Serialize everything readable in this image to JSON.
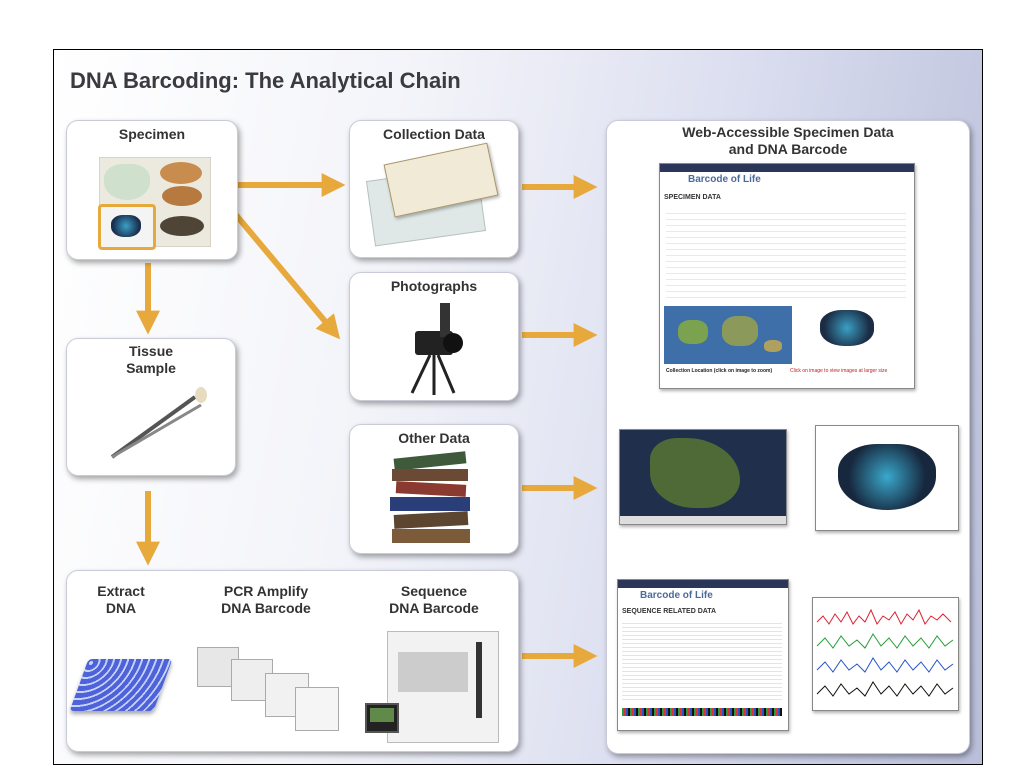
{
  "title": "DNA Barcoding: The Analytical Chain",
  "labels": {
    "specimen": "Specimen",
    "tissue_line1": "Tissue",
    "tissue_line2": "Sample",
    "collection": "Collection Data",
    "photographs": "Photographs",
    "other": "Other Data",
    "web_line1": "Web-Accessible Specimen Data",
    "web_line2": "and DNA Barcode",
    "extract_line1": "Extract",
    "extract_line2": "DNA",
    "pcr_line1": "PCR Amplify",
    "pcr_line2": "DNA Barcode",
    "seq_line1": "Sequence",
    "seq_line2": "DNA Barcode"
  },
  "bol_page": {
    "logo": "Barcode of Life",
    "section": "SPECIMEN DATA",
    "collection_caption": "Collection Location (click on image to zoom)",
    "image_caption": "Click on image to view images at larger size"
  },
  "seq_page": {
    "logo": "Barcode of Life",
    "section": "SEQUENCE RELATED DATA"
  },
  "colors": {
    "arrow": "#e8a93c",
    "dark_arrow": "#1f2d5a",
    "highlight": "#e8a93c"
  }
}
